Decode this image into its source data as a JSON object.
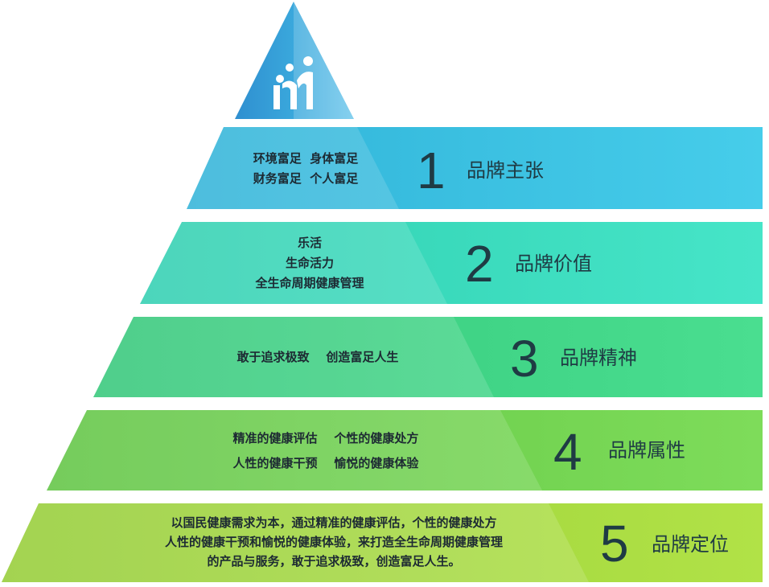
{
  "logo": {
    "name": "brand-logo",
    "color": "#ffffff"
  },
  "colors": {
    "layer1": "#3fc6e4",
    "layer2": "#3fe0c3",
    "layer3": "#45d98b",
    "layer4": "#73d653",
    "layer5": "#a8dc43",
    "apex": "#3aa8dc"
  },
  "layers": [
    {
      "number": "1",
      "title": "品牌主张",
      "lines": [
        "环境富足  身体富足",
        "财务富足  个人富足"
      ]
    },
    {
      "number": "2",
      "title": "品牌价值",
      "lines": [
        "乐活",
        "生命活力",
        "全生命周期健康管理"
      ]
    },
    {
      "number": "3",
      "title": "品牌精神",
      "lines": [
        "敢于追求极致    创造富足人生"
      ]
    },
    {
      "number": "4",
      "title": "品牌属性",
      "lines": [
        "精准的健康评估    个性的健康处方",
        "人性的健康干预    愉悦的健康体验"
      ]
    },
    {
      "number": "5",
      "title": "品牌定位",
      "lines": [
        "以国民健康需求为本，通过精准的健康评估，个性的健康处方",
        "人性的健康干预和愉悦的健康体验，来打造全生命周期健康管理",
        "的产品与服务，敢于追求极致，创造富足人生。"
      ]
    }
  ]
}
